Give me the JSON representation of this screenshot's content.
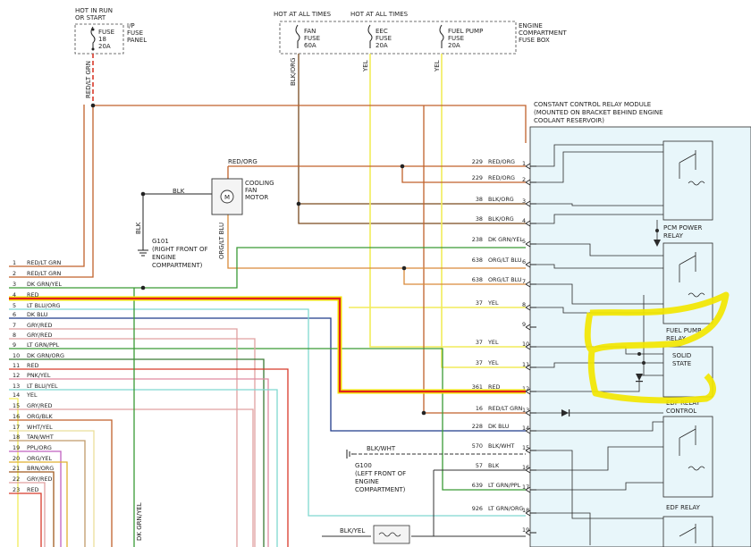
{
  "colors": {
    "red": "#d83a2b",
    "orange": "#c0622b",
    "brown": "#7a4a1f",
    "green": "#3a9a35",
    "yellow": "#f2ec5a",
    "blue": "#1f3a8a",
    "cyan": "#7fd8d0",
    "pink": "#e0a0a0",
    "purple": "#c060c0",
    "highlight_red": "#e02020",
    "highlight_yellow": "#f2e600",
    "module_fill": "#e8f6fa"
  },
  "fuse_panel": {
    "hot_label_1": "HOT IN RUN",
    "hot_label_2": "OR START",
    "fuse_label": "FUSE",
    "fuse_num": "18",
    "fuse_amp": "20A",
    "panel_1": "I/P",
    "panel_2": "FUSE",
    "panel_3": "PANEL",
    "wire": "RED/LT GRN"
  },
  "engine_fuse_box": {
    "hot_1": "HOT AT ALL TIMES",
    "hot_2": "HOT AT ALL TIMES",
    "fan_1": "FAN",
    "fan_2": "FUSE",
    "fan_3": "60A",
    "eec_1": "EEC",
    "eec_2": "FUSE",
    "eec_3": "20A",
    "fp_1": "FUEL PUMP",
    "fp_2": "FUSE",
    "fp_3": "20A",
    "box_1": "ENGINE",
    "box_2": "COMPARTMENT",
    "box_3": "FUSE BOX",
    "wire_fan": "BLK/ORG",
    "wire_eec": "YEL",
    "wire_fp": "YEL"
  },
  "motor": {
    "label_1": "COOLING",
    "label_2": "FAN",
    "label_3": "MOTOR",
    "m": "M",
    "wire_top": "RED/ORG",
    "wire_left": "BLK",
    "wire_bottom": "ORG/LT BLU"
  },
  "ground_g101": {
    "id": "G101",
    "desc_1": "(RIGHT FRONT OF",
    "desc_2": "ENGINE",
    "desc_3": "COMPARTMENT)",
    "wire": "BLK"
  },
  "ground_g100": {
    "id": "G100",
    "desc_1": "(LEFT FRONT OF",
    "desc_2": "ENGINE",
    "desc_3": "COMPARTMENT)",
    "wire": "BLK/WHT"
  },
  "module": {
    "title_1": "CONSTANT CONTROL RELAY MODULE",
    "title_2": "(MOUNTED ON BRACKET BEHIND ENGINE",
    "title_3": "COOLANT RESERVOIR)",
    "pcm_1": "PCM POWER",
    "pcm_2": "RELAY",
    "fp_1": "FUEL PUMP",
    "fp_2": "RELAY",
    "ss_1": "SOLID",
    "ss_2": "STATE",
    "edf_1": "EDF RELAY",
    "edf_2": "CONTROL",
    "edf_relay": "EDF RELAY"
  },
  "left_wires": [
    {
      "num": "1",
      "label": "RED/LT GRN"
    },
    {
      "num": "2",
      "label": "RED/LT GRN"
    },
    {
      "num": "3",
      "label": "DK GRN/YEL"
    },
    {
      "num": "4",
      "label": "RED"
    },
    {
      "num": "5",
      "label": "LT BLU/ORG"
    },
    {
      "num": "6",
      "label": "DK BLU"
    },
    {
      "num": "7",
      "label": "GRY/RED"
    },
    {
      "num": "8",
      "label": "GRY/RED"
    },
    {
      "num": "9",
      "label": "LT GRN/PPL"
    },
    {
      "num": "10",
      "label": "DK GRN/ORG"
    },
    {
      "num": "11",
      "label": "RED"
    },
    {
      "num": "12",
      "label": "PNK/YEL"
    },
    {
      "num": "13",
      "label": "LT BLU/YEL"
    },
    {
      "num": "14",
      "label": "YEL"
    },
    {
      "num": "15",
      "label": "GRY/RED"
    },
    {
      "num": "16",
      "label": "ORG/BLK"
    },
    {
      "num": "17",
      "label": "WHT/YEL"
    },
    {
      "num": "18",
      "label": "TAN/WHT"
    },
    {
      "num": "19",
      "label": "PPL/ORG"
    },
    {
      "num": "20",
      "label": "ORG/YEL"
    },
    {
      "num": "21",
      "label": "BRN/ORG"
    },
    {
      "num": "22",
      "label": "GRY/RED"
    },
    {
      "num": "23",
      "label": "RED"
    }
  ],
  "pins": [
    {
      "pin": "1",
      "circuit": "229",
      "color": "RED/ORG"
    },
    {
      "pin": "2",
      "circuit": "229",
      "color": "RED/ORG"
    },
    {
      "pin": "3",
      "circuit": "38",
      "color": "BLK/ORG"
    },
    {
      "pin": "4",
      "circuit": "38",
      "color": "BLK/ORG"
    },
    {
      "pin": "5",
      "circuit": "238",
      "color": "DK GRN/YEL"
    },
    {
      "pin": "6",
      "circuit": "638",
      "color": "ORG/LT BLU"
    },
    {
      "pin": "7",
      "circuit": "638",
      "color": "ORG/LT BLU"
    },
    {
      "pin": "8",
      "circuit": "37",
      "color": "YEL"
    },
    {
      "pin": "10",
      "circuit": "37",
      "color": "YEL"
    },
    {
      "pin": "11",
      "circuit": "37",
      "color": "YEL"
    },
    {
      "pin": "12",
      "circuit": "361",
      "color": "RED"
    },
    {
      "pin": "13",
      "circuit": "16",
      "color": "RED/LT GRN"
    },
    {
      "pin": "14",
      "circuit": "228",
      "color": "DK BLU"
    },
    {
      "pin": "15",
      "circuit": "570",
      "color": "BLK/WHT"
    },
    {
      "pin": "16",
      "circuit": "57",
      "color": "BLK"
    },
    {
      "pin": "17",
      "circuit": "639",
      "color": "LT GRN/PPL"
    },
    {
      "pin": "18",
      "circuit": "926",
      "color": "LT GRN/ORG"
    },
    {
      "pin": "19",
      "circuit": "",
      "color": ""
    }
  ],
  "bottom": {
    "dk_grn_yel": "DK GRN/YEL",
    "blk_yel": "BLK/YEL"
  }
}
